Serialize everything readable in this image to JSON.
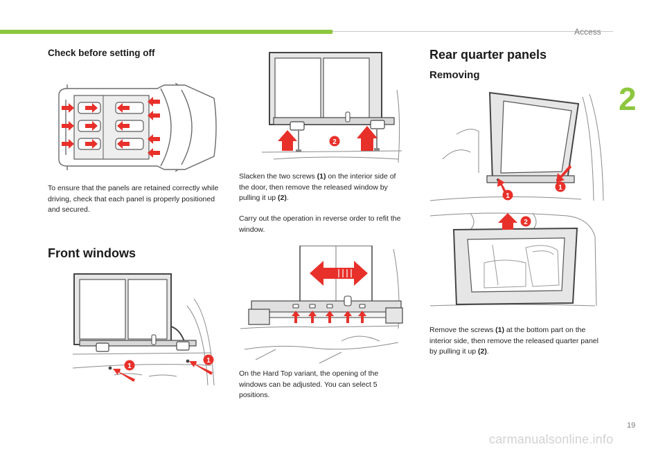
{
  "header": {
    "section_label": "Access",
    "chapter_number": "2",
    "page_number": "19"
  },
  "col1": {
    "heading_check": "Check before setting off",
    "para_check": "To ensure that the panels are retained correctly while driving, check that each panel is properly positioned and secured.",
    "heading_front": "Front windows"
  },
  "col2": {
    "para_slacken_1": "Slacken the two screws ",
    "para_slacken_b1": "(1)",
    "para_slacken_2": " on the interior side of the door, then remove the released window by pulling it up ",
    "para_slacken_b2": "(2)",
    "para_slacken_3": ".",
    "para_refit": "Carry out the operation in reverse order to refit the window.",
    "para_hardtop": "On the Hard Top variant, the opening of the windows can be adjusted. You can select 5 positions."
  },
  "col3": {
    "heading_rear": "Rear quarter panels",
    "heading_removing": "Removing",
    "para_remove_1": "Remove the screws ",
    "para_remove_b1": "(1)",
    "para_remove_2": " at the bottom part on the interior side, then remove the released quarter panel by pulling it up ",
    "para_remove_b2": "(2)",
    "para_remove_3": "."
  },
  "callouts": {
    "one": "1",
    "two": "2"
  },
  "watermark": "carmanualsonline.info",
  "colors": {
    "accent": "#8dc63f",
    "arrow": "#e8302a",
    "line": "#5a5a5a",
    "panel": "#e6e6e6"
  }
}
